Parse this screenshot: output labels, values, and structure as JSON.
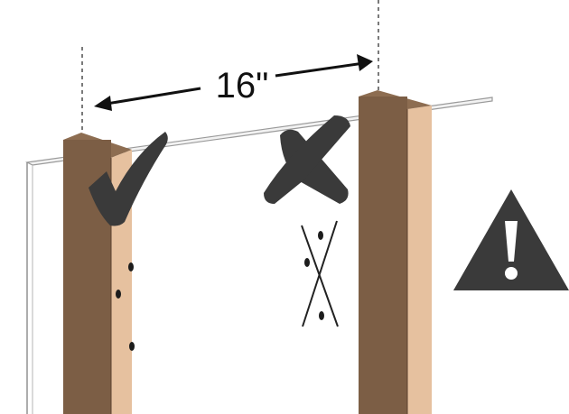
{
  "diagram": {
    "spacing_label": "16\"",
    "correct_mark": "checkmark",
    "incorrect_mark": "x-mark",
    "warning_mark": "warning-triangle"
  },
  "colors": {
    "stud_front": "#7c5e45",
    "stud_side": "#e6c19f",
    "stud_top": "#8d6d51",
    "mark": "#3a3a3a",
    "drywall_edge": "#9a9a9a",
    "screw": "#1c1c1c"
  }
}
